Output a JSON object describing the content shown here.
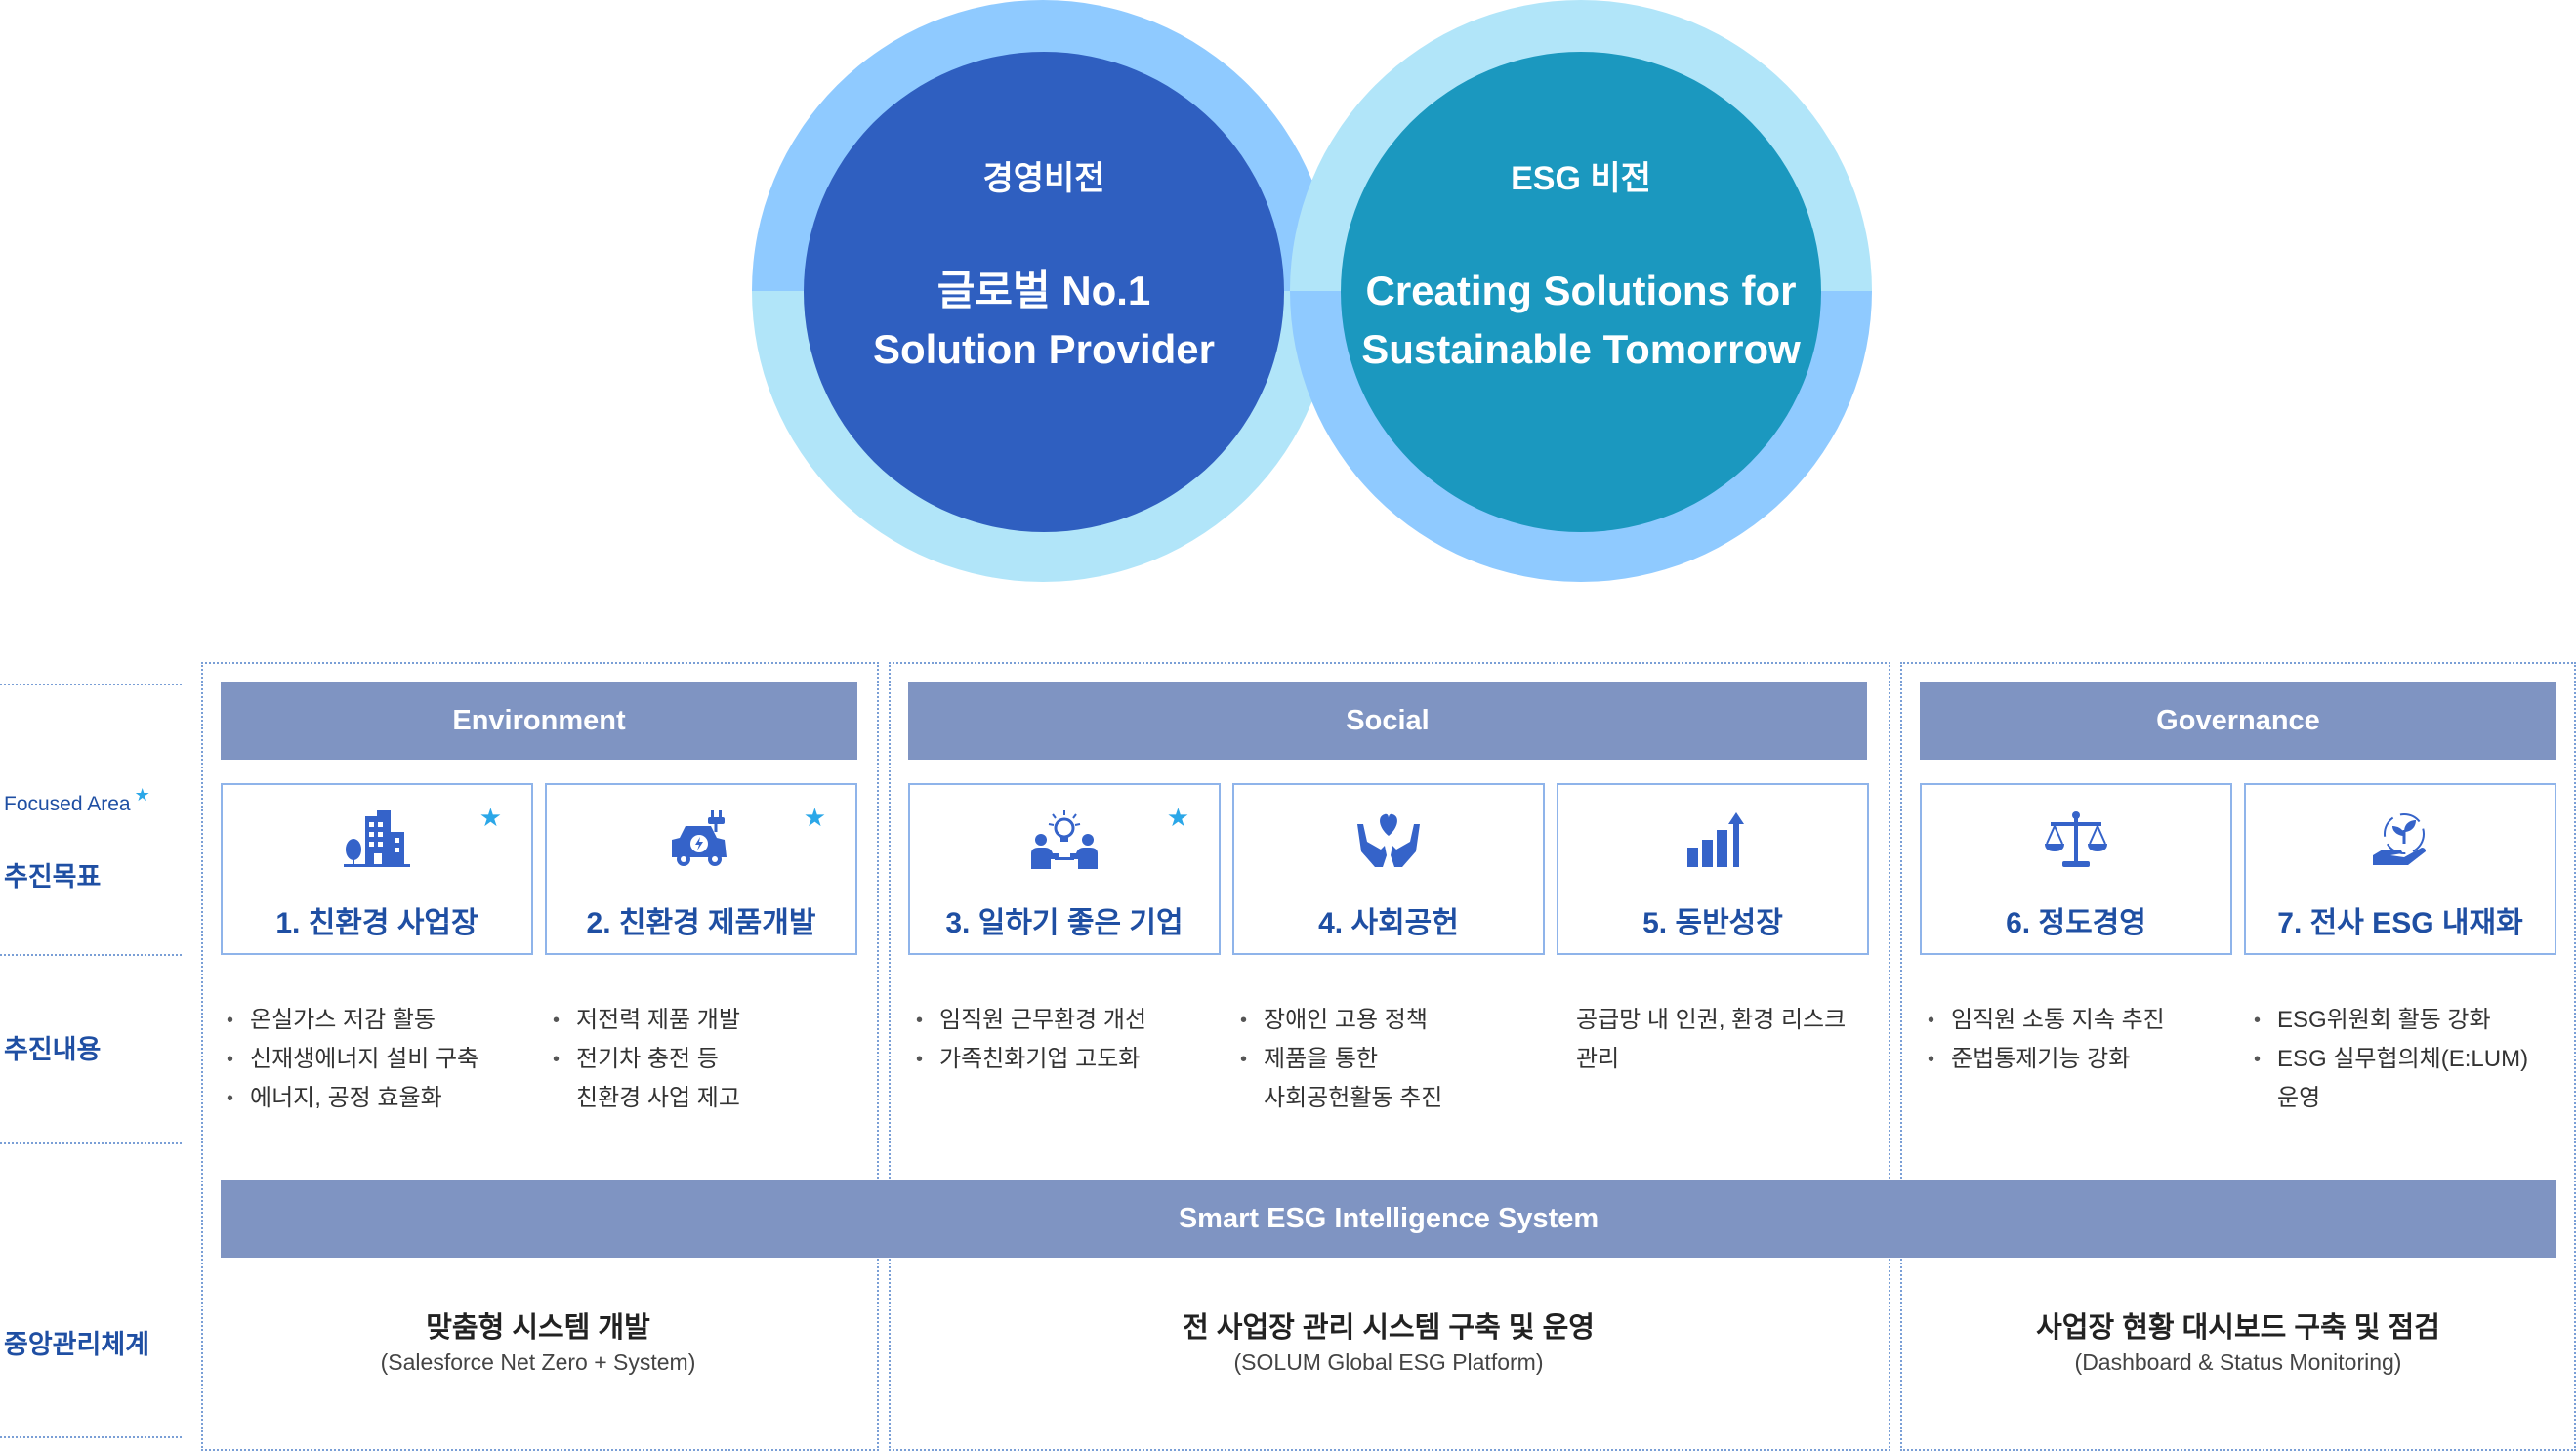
{
  "vision": {
    "business": {
      "label": "경영비전",
      "line1": "글로벌 No.1",
      "line2": "Solution Provider"
    },
    "esg": {
      "label": "ESG 비전",
      "line1": "Creating Solutions for",
      "line2": "Sustainable Tomorrow"
    }
  },
  "side": {
    "focused_area": "Focused Area",
    "goals": "추진목표",
    "contents": "추진내용",
    "central": "중앙관리체계"
  },
  "pillars": {
    "environment": "Environment",
    "social": "Social",
    "governance": "Governance"
  },
  "goals": [
    {
      "title": "1. 친환경 사업장",
      "focused": true,
      "icon": "eco-building-icon"
    },
    {
      "title": "2. 친환경 제품개발",
      "focused": true,
      "icon": "electric-car-icon"
    },
    {
      "title": "3. 일하기 좋은 기업",
      "focused": true,
      "icon": "people-idea-icon"
    },
    {
      "title": "4. 사회공헌",
      "focused": false,
      "icon": "hands-heart-icon"
    },
    {
      "title": "5. 동반성장",
      "focused": false,
      "icon": "growth-chart-icon"
    },
    {
      "title": "6. 정도경영",
      "focused": false,
      "icon": "scales-icon"
    },
    {
      "title": "7. 전사 ESG 내재화",
      "focused": false,
      "icon": "hand-plant-icon"
    }
  ],
  "star_glyph": "★",
  "actions": {
    "g1": [
      "온실가스 저감 활동",
      "신재생에너지 설비 구축",
      "에너지, 공정 효율화"
    ],
    "g2": [
      "저전력 제품 개발",
      "전기차 충전 등",
      "친환경 사업 제고"
    ],
    "g3": [
      "임직원 근무환경 개선",
      "가족친화기업 고도화"
    ],
    "g4": [
      "장애인 고용 정책",
      "제품을 통한",
      "사회공헌활동 추진"
    ],
    "g5": [
      "공급망 내 인권, 환경 리스크",
      "관리"
    ],
    "g6": [
      "임직원 소통 지속 추진",
      "준법통제기능 강화"
    ],
    "g7": [
      "ESG위원회 활동 강화",
      "ESG 실무협의체(E:LUM)",
      "운영"
    ]
  },
  "system": {
    "title": "Smart ESG Intelligence System",
    "items": [
      {
        "title": "맞춤형 시스템 개발",
        "sub": "(Salesforce Net Zero + System)"
      },
      {
        "title": "전 사업장 관리 시스템 구축 및 운영",
        "sub": "(SOLUM Global ESG Platform)"
      },
      {
        "title": "사업장 현황 대시보드 구축 및 점검",
        "sub": "(Dashboard & Status Monitoring)"
      }
    ]
  },
  "colors": {
    "business_core": "#2f5fc0",
    "esg_core": "#1b98bf",
    "ring_blue": "#8fcaff",
    "ring_cyan": "#b1e5f9",
    "bar": "#7f94c2",
    "accent_text": "#1f4fa3",
    "star": "#2ba7e8"
  }
}
